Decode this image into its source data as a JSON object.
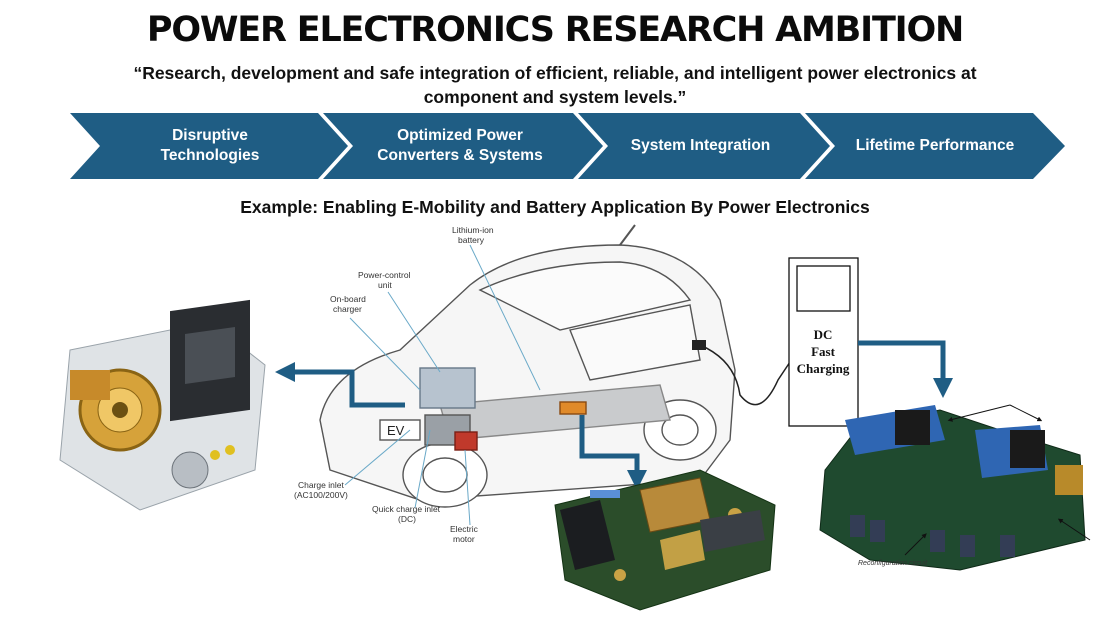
{
  "title": "POWER ELECTRONICS RESEARCH AMBITION",
  "quote_line1": "“Research, development and safe integration of efficient, reliable, and intelligent power electronics at",
  "quote_line2": "component and system  levels.”",
  "steps": [
    {
      "line1": "Disruptive",
      "line2": "Technologies"
    },
    {
      "line1": "Optimized Power",
      "line2": "Converters & Systems"
    },
    {
      "line1": "System Integration",
      "line2": ""
    },
    {
      "line1": "Lifetime Performance",
      "line2": ""
    }
  ],
  "example_heading": "Example: Enabling E-Mobility and Battery Application By Power Electronics",
  "car_labels": {
    "battery_1": "Lithium-ion",
    "battery_2": "battery",
    "pcu_1": "Power-control",
    "pcu_2": "unit",
    "obc_1": "On-board",
    "obc_2": "charger",
    "inlet_1": "Charge inlet",
    "inlet_2": "(AC100/200V)",
    "quick_1": "Quick charge inlet",
    "quick_2": "(DC)",
    "motor_1": "Electric",
    "motor_2": "motor",
    "plate": "EV"
  },
  "charger": {
    "line1": "DC",
    "line2": "Fast",
    "line3": "Charging"
  },
  "board_caption": "Reconfiguration circuit",
  "colors": {
    "chevron": "#1f5d84",
    "arrow": "#1f5d84",
    "text": "#111111"
  }
}
